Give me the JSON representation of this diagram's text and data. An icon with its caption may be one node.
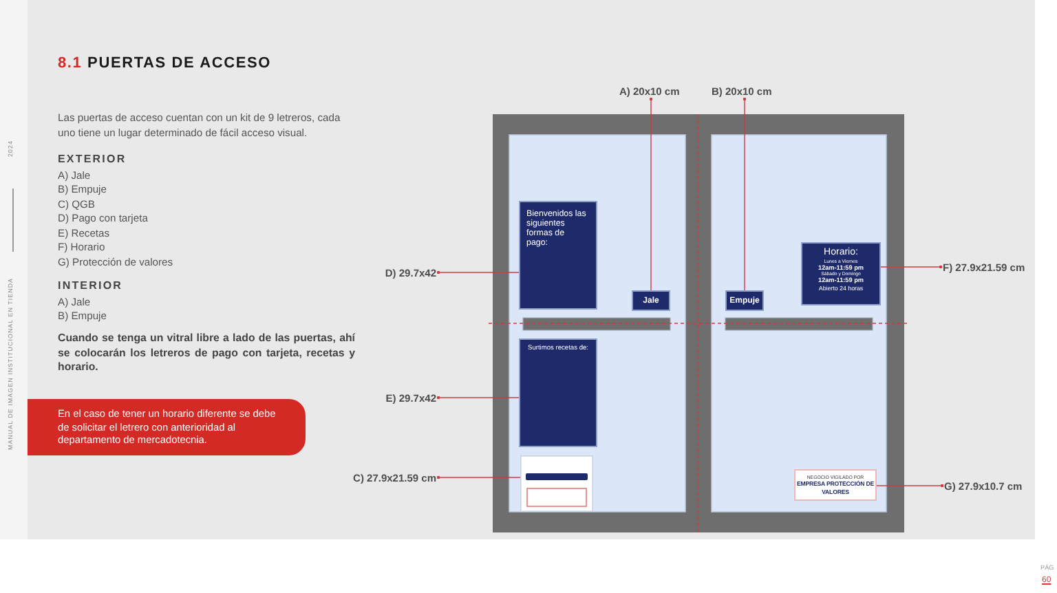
{
  "diagram": {
    "title": "8.1 PUERTAS DE ACCESO",
    "nodes": [
      {
        "text": [
          "En el caso de tener un horario diferente se debe de solicitar el letrero con anterioridad al departamento de mercadotecnia."
        ]
      },
      {
        "text": [
          "A) 20x10 cm"
        ]
      },
      {
        "text": [
          "B) 20x10 cm"
        ]
      },
      {
        "text": [
          "Bienvenidos las siguientes formas de pago:"
        ]
      },
      {
        "text": [
          "D) 29.7x42"
        ]
      },
      {
        "text": [
          "Horario:",
          "Lunes a Viernes",
          "12am-11:59 pm",
          "Sábado y Domingo",
          "12am-11:59 pm",
          "Abierto 24 horas"
        ]
      },
      {
        "text": [
          "F) 27.9x21.59 cm"
        ]
      },
      {
        "text": [
          "Jale"
        ]
      },
      {
        "text": [
          "Empuje"
        ]
      },
      {
        "text": [
          "Surtimos recetas de:"
        ]
      },
      {
        "text": [
          "E) 29.7x42"
        ]
      },
      {
        "text": [],
        "shape": "box"
      },
      {
        "text": [
          "C) 27.9x21.59 cm"
        ]
      },
      {
        "text": [
          "NEGOCIO VIGILADO POR",
          "EMPRESA PROTECCIÓN DE VALORES"
        ]
      },
      {
        "text": [
          "G) 27.9x10.7 cm"
        ]
      }
    ],
    "edges": [
      {
        "from": 1,
        "to": 7,
        "arrow": "other"
      },
      {
        "from": 2,
        "to": 8,
        "arrow": "other"
      },
      {
        "from": 4,
        "to": 3,
        "arrow": "other"
      },
      {
        "from": 6,
        "to": 5,
        "arrow": "other"
      },
      {
        "from": 10,
        "to": 9,
        "arrow": "other"
      },
      {
        "from": 12,
        "to": 11,
        "arrow": "other"
      },
      {
        "from": 14,
        "to": 13,
        "arrow": "other"
      }
    ],
    "labels": [
      "Las puertas de acceso cuentan con un kit de 9 letreros, cada uno tiene un lugar determinado de fácil acceso visual.",
      "EXTERIOR",
      "A) Jale",
      "B) Empuje",
      "C) QGB",
      "D) Pago con tarjeta",
      "E) Recetas",
      "F) Horario",
      "G) Protección de valores",
      "INTERIOR",
      "A) Jale",
      "B) Empuje",
      "Cuando se tenga un vitral libre a lado de las puertas, ahí se colocarán los letreros de pago con tarjeta, recetas y horario.",
      "MANUAL DE IMAGEN INSTITUCIONAL EN TIENDA",
      "2024",
      "PÁG",
      "60"
    ]
  }
}
